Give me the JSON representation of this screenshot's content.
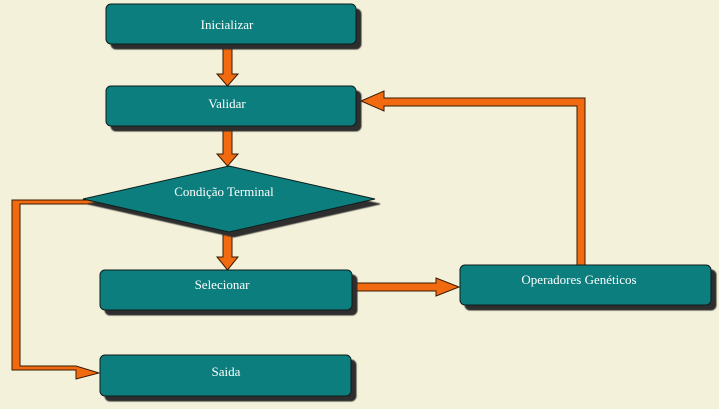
{
  "colors": {
    "background": "#f3f1d9",
    "node_fill": "#0f7e7e",
    "node_stroke": "#0a1f1f",
    "node_shadow": "#2f2f2f",
    "arrow_fill": "#f26a10",
    "arrow_stroke": "#3a1a00",
    "label": "#ffffff"
  },
  "nodes": {
    "inicializar": "Inicializar",
    "validar": "Validar",
    "condicao": "Condição Terminal",
    "selecionar": "Selecionar",
    "operadores": "Operadores Genéticos",
    "saida": "Saida"
  }
}
